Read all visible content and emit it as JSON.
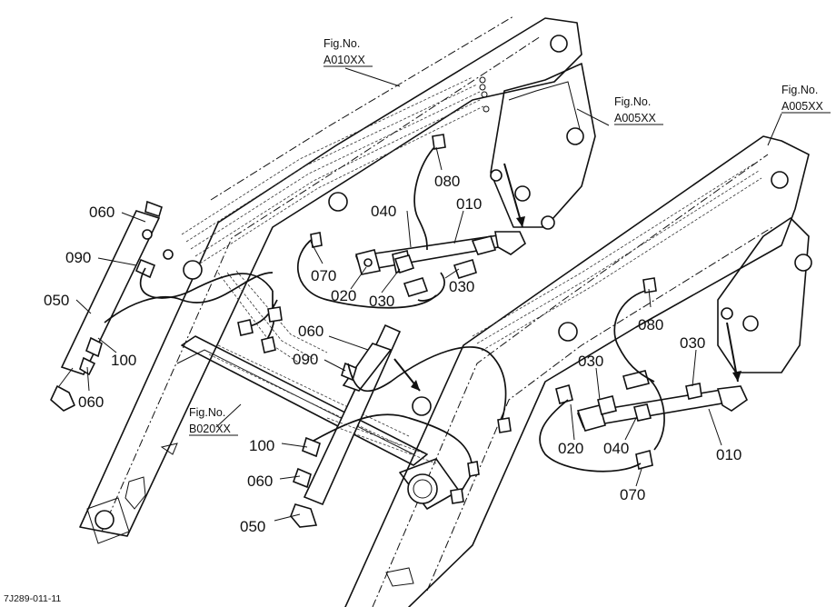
{
  "callouts": [
    {
      "id": "c060a",
      "text": "060"
    },
    {
      "id": "c090a",
      "text": "090"
    },
    {
      "id": "c050a",
      "text": "050"
    },
    {
      "id": "c100a",
      "text": "100"
    },
    {
      "id": "c060b",
      "text": "060"
    },
    {
      "id": "c040a",
      "text": "040"
    },
    {
      "id": "c010a",
      "text": "010"
    },
    {
      "id": "c080a",
      "text": "080"
    },
    {
      "id": "c070a",
      "text": "070"
    },
    {
      "id": "c020a",
      "text": "020"
    },
    {
      "id": "c030a",
      "text": "030"
    },
    {
      "id": "c030b",
      "text": "030"
    },
    {
      "id": "c060c",
      "text": "060"
    },
    {
      "id": "c090b",
      "text": "090"
    },
    {
      "id": "c100b",
      "text": "100"
    },
    {
      "id": "c060d",
      "text": "060"
    },
    {
      "id": "c050b",
      "text": "050"
    },
    {
      "id": "c080b",
      "text": "080"
    },
    {
      "id": "c030c",
      "text": "030"
    },
    {
      "id": "c030d",
      "text": "030"
    },
    {
      "id": "c020b",
      "text": "020"
    },
    {
      "id": "c040b",
      "text": "040"
    },
    {
      "id": "c010b",
      "text": "010"
    },
    {
      "id": "c070b",
      "text": "070"
    }
  ],
  "figure_refs": [
    {
      "id": "f1",
      "line1": "Fig.No.",
      "line2": "A010XX"
    },
    {
      "id": "f2",
      "line1": "Fig.No.",
      "line2": "A005XX"
    },
    {
      "id": "f3",
      "line1": "Fig.No.",
      "line2": "A005XX"
    },
    {
      "id": "f4",
      "line1": "Fig.No.",
      "line2": "B020XX"
    }
  ],
  "footer_code": "7J289-011-11"
}
